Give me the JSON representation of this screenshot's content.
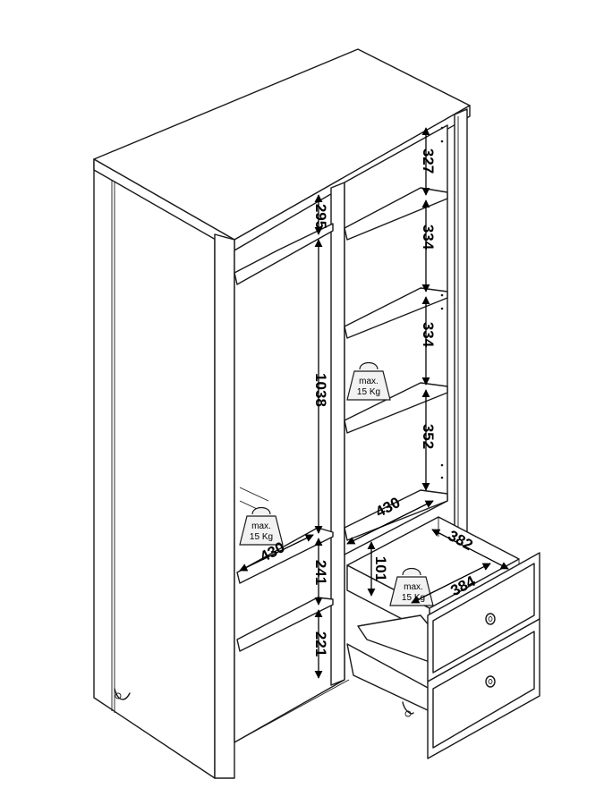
{
  "dimensions": {
    "top_left_shelf": "295",
    "left_hanging": "1038",
    "left_shelf_depth": "430",
    "left_shelf_gap_1": "241",
    "left_shelf_gap_2": "221",
    "right_gap_1": "327",
    "right_gap_2": "334",
    "right_gap_3": "334",
    "right_gap_4": "352",
    "right_shelf_depth": "430",
    "drawer_height": "101",
    "drawer_width": "382",
    "drawer_depth": "384"
  },
  "weight_labels": {
    "right_shelf": [
      "max.",
      "15 Kg"
    ],
    "left_shelf": [
      "max.",
      "15 Kg"
    ],
    "drawer": [
      "max.",
      "15 Kg"
    ]
  }
}
